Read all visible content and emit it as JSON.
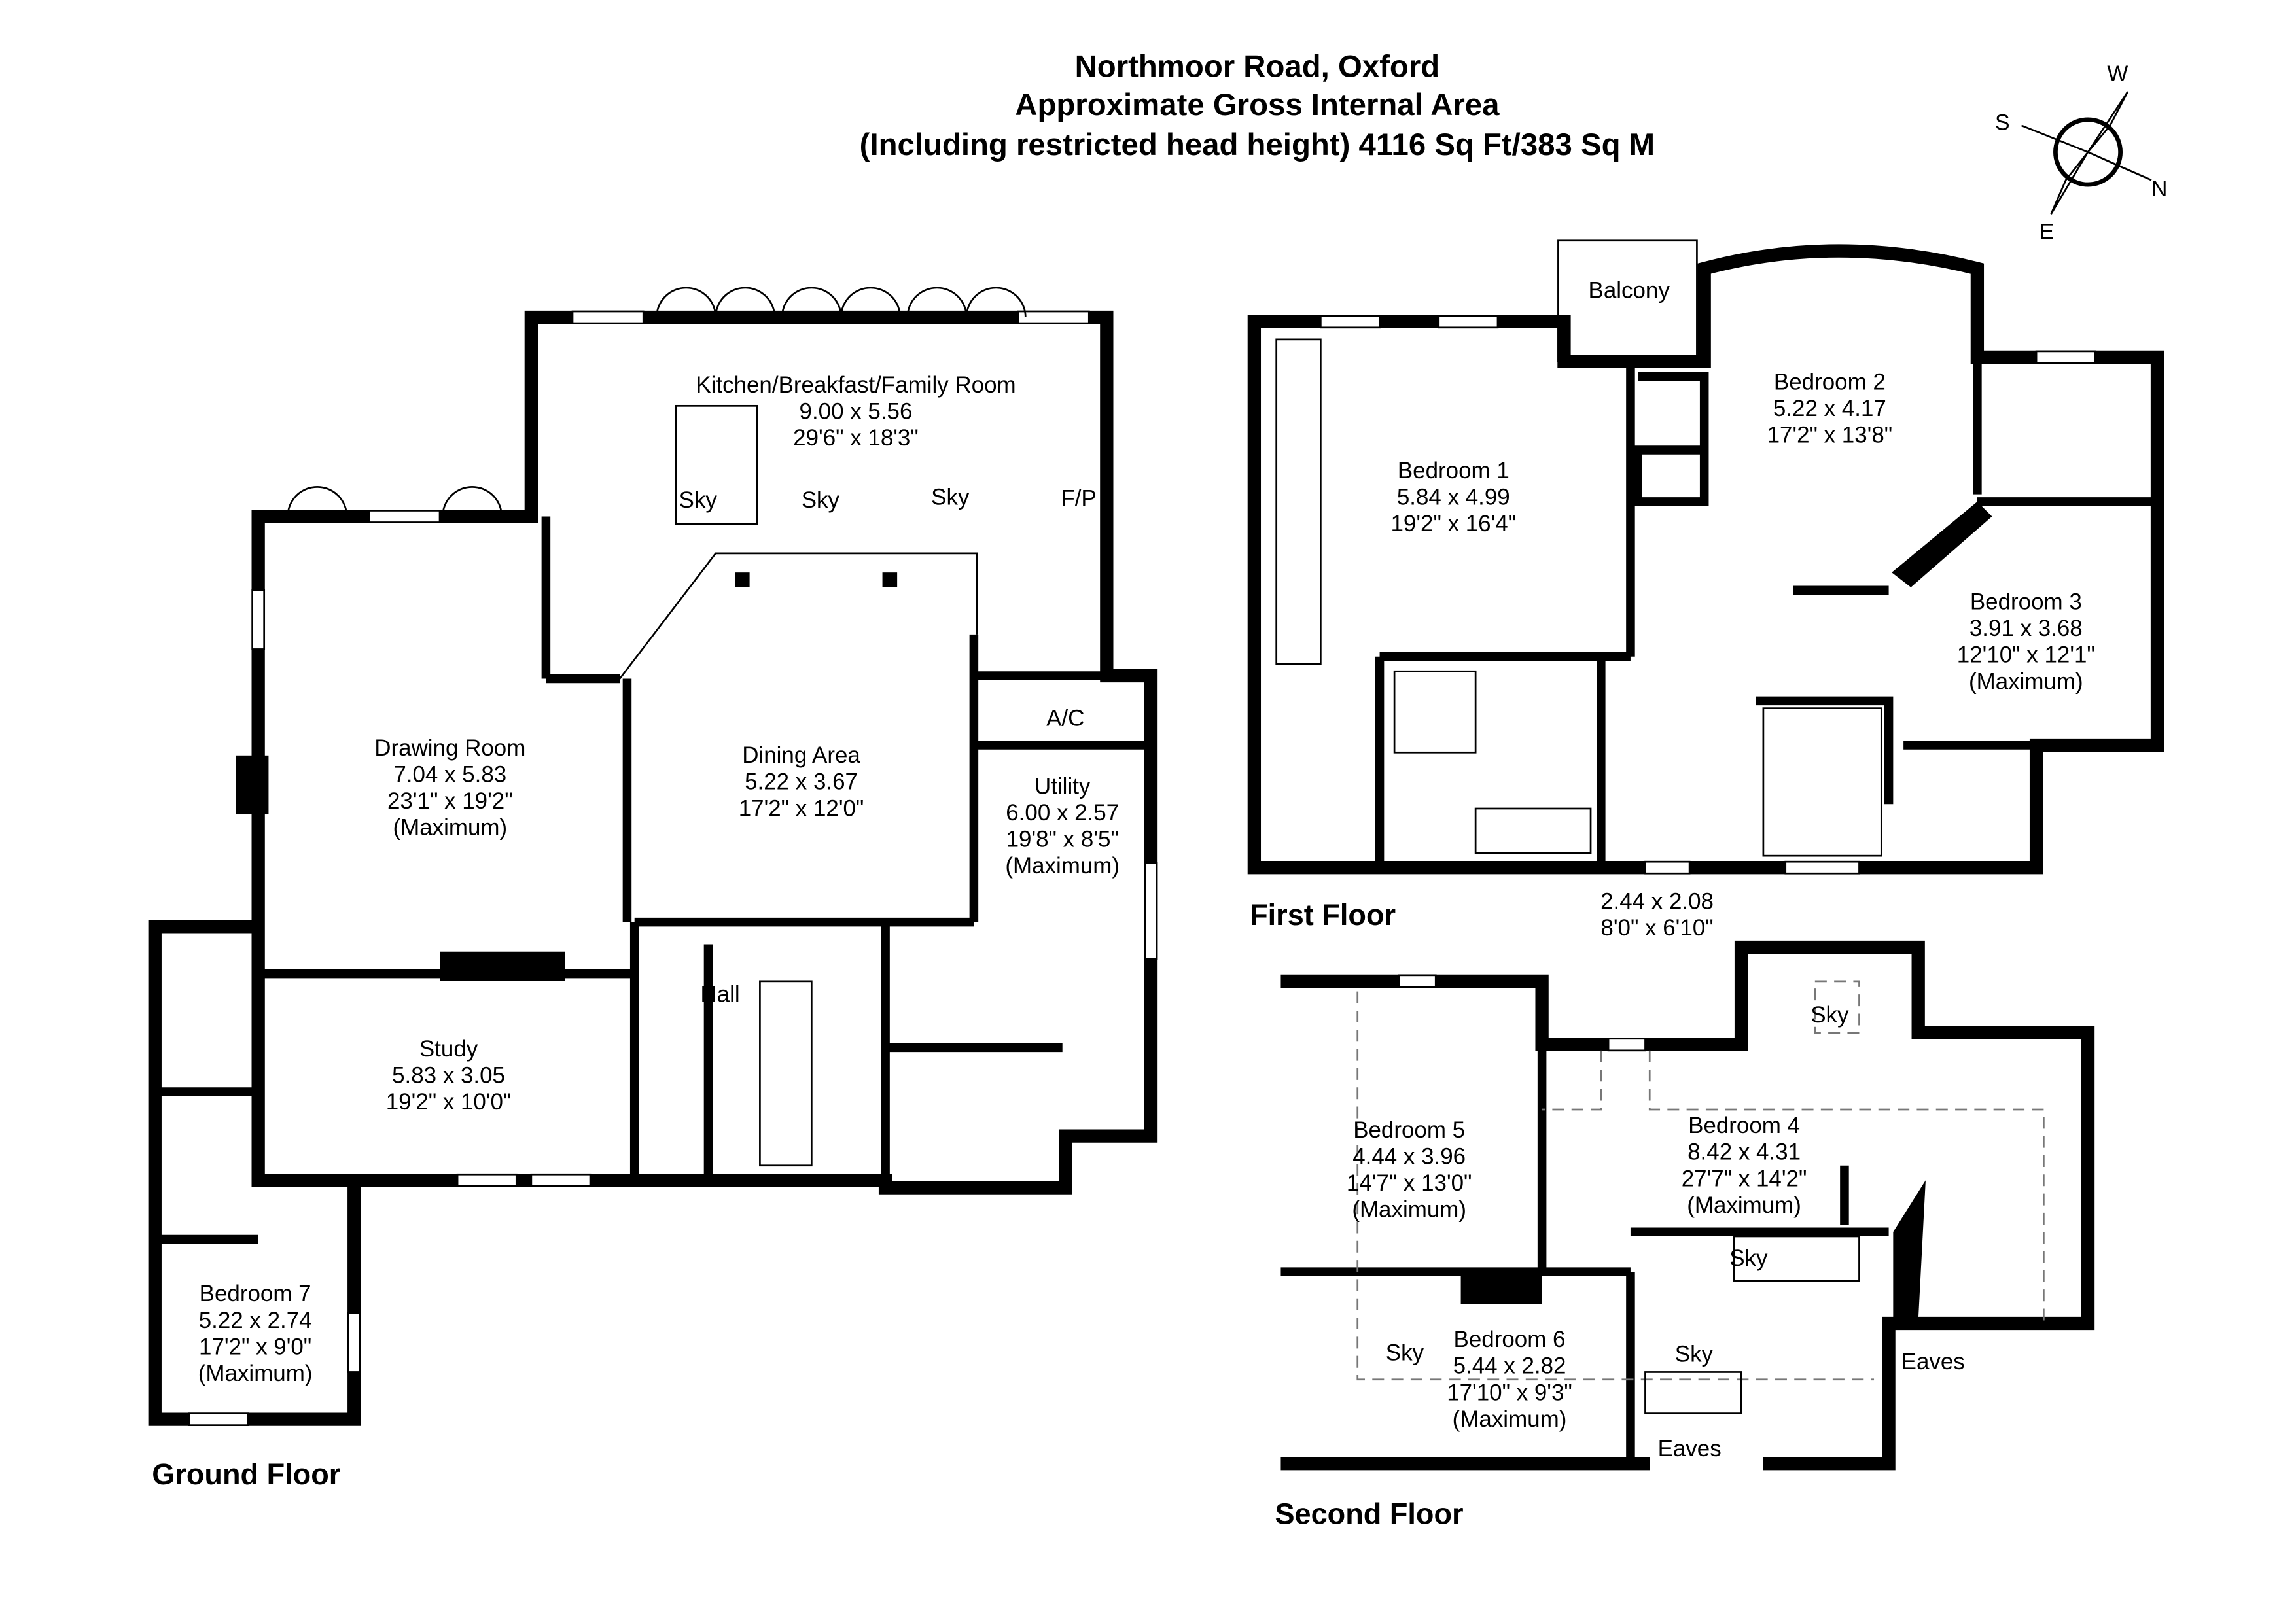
{
  "header": {
    "address": "Northmoor Road, Oxford",
    "subtitle": "Approximate Gross Internal Area",
    "area": "(Including restricted head height) 4116 Sq Ft/383 Sq M"
  },
  "compass": {
    "w": "W",
    "s": "S",
    "n": "N",
    "e": "E"
  },
  "ground_floor": {
    "label": "Ground Floor",
    "kitchen": {
      "name": "Kitchen/Breakfast/Family Room",
      "metric": "9.00 x 5.56",
      "imperial": "29'6\" x 18'3\""
    },
    "drawing": {
      "name": "Drawing Room",
      "metric": "7.04 x 5.83",
      "imperial": "23'1\" x 19'2\"",
      "note": "(Maximum)"
    },
    "dining": {
      "name": "Dining Area",
      "metric": "5.22 x 3.67",
      "imperial": "17'2\" x 12'0\""
    },
    "utility": {
      "name": "Utility",
      "metric": "6.00 x 2.57",
      "imperial": "19'8\" x 8'5\"",
      "note": "(Maximum)"
    },
    "study": {
      "name": "Study",
      "metric": "5.83 x 3.05",
      "imperial": "19'2\" x 10'0\""
    },
    "hall": "Hall",
    "bedroom7": {
      "name": "Bedroom 7",
      "metric": "5.22 x 2.74",
      "imperial": "17'2\" x 9'0\"",
      "note": "(Maximum)"
    },
    "sky": "Sky",
    "fp": "F/P",
    "ac": "A/C"
  },
  "first_floor": {
    "label": "First Floor",
    "balcony": "Balcony",
    "bedroom1": {
      "name": "Bedroom 1",
      "metric": "5.84 x 4.99",
      "imperial": "19'2\" x 16'4\""
    },
    "bedroom2": {
      "name": "Bedroom 2",
      "metric": "5.22 x 4.17",
      "imperial": "17'2\" x 13'8\""
    },
    "bedroom3": {
      "name": "Bedroom 3",
      "metric": "3.91 x 3.68",
      "imperial": "12'10\" x 12'1\"",
      "note": "(Maximum)"
    },
    "landing": {
      "metric": "2.44 x 2.08",
      "imperial": "8'0\" x 6'10\""
    }
  },
  "second_floor": {
    "label": "Second Floor",
    "bedroom4": {
      "name": "Bedroom 4",
      "metric": "8.42 x 4.31",
      "imperial": "27'7\" x 14'2\"",
      "note": "(Maximum)"
    },
    "bedroom5": {
      "name": "Bedroom 5",
      "metric": "4.44 x 3.96",
      "imperial": "14'7\" x 13'0\"",
      "note": "(Maximum)"
    },
    "bedroom6": {
      "name": "Bedroom 6",
      "metric": "5.44 x 2.82",
      "imperial": "17'10\" x 9'3\"",
      "note": "(Maximum)"
    },
    "sky": "Sky",
    "eaves": "Eaves"
  }
}
